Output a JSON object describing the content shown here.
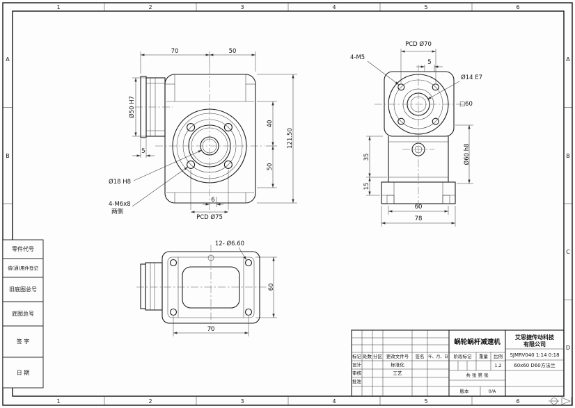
{
  "sheet": {
    "cols": [
      "1",
      "2",
      "3",
      "4",
      "5",
      "6"
    ],
    "rows_left": [
      "A",
      "B"
    ],
    "rows_right": [
      "A",
      "B",
      "C",
      "D"
    ]
  },
  "margin_blocks": {
    "items": [
      "零件代号",
      "借(通)用件登记",
      "旧底图总号",
      "底图总号",
      "签  字",
      "日  期"
    ]
  },
  "front_view": {
    "dim_70": "70",
    "dim_50_top": "50",
    "dim_d50": "Ø50 H7",
    "dim_5": "5",
    "dim_d18": "Ø18 H8",
    "dim_m6_line1": "4-M6x8",
    "dim_m6_line2": "两侧",
    "dim_pcd75": "PCD Ø75",
    "dim_6": "6",
    "dim_40": "40",
    "dim_50_right": "50",
    "dim_121": "121.50"
  },
  "side_view": {
    "dim_pcd70": "PCD Ø70",
    "dim_4m5": "4-M5",
    "dim_5": "5",
    "dim_d14": "Ø14 E7",
    "dim_sq60": "□60",
    "dim_d60": "Ø60 h8",
    "dim_35": "35",
    "dim_15": "15",
    "dim_60": "60",
    "dim_78": "78"
  },
  "bottom_view": {
    "dim_holes": "12- Ø6.60",
    "dim_60": "60",
    "dim_70": "70"
  },
  "title_block": {
    "part_name": "蜗轮蜗杆减速机",
    "company_line1": "艾思捷传动科技",
    "company_line2": "有限公司",
    "code_line1": "SJMRV040 1:14 0:18",
    "code_line2": "60x60 D60方法兰",
    "rev_headers": [
      "标记",
      "处数",
      "分区",
      "更改文件号",
      "签名",
      "年、月、日"
    ],
    "row_design": "设计",
    "row_standard": "标准化",
    "row_check": "审核",
    "row_process": "工艺",
    "row_approve": "批准",
    "stage_label": "阶段标记",
    "weight_label": "重量",
    "scale_label": "比例",
    "scale_value": "1,2",
    "sheets_label": "共  张  第  张",
    "version_label": "版本",
    "version_value": "0/A"
  }
}
